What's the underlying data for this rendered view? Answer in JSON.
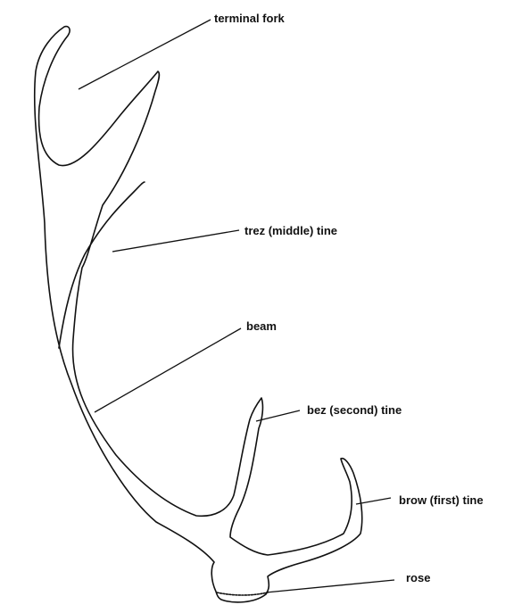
{
  "diagram": {
    "labels": {
      "terminal_fork": "terminal fork",
      "trez_tine": "trez (middle) tine",
      "beam": "beam",
      "bez_tine": "bez (second) tine",
      "brow_tine": "brow (first) tine",
      "rose": "rose"
    },
    "colors": {
      "line": "#111111",
      "background": "#ffffff"
    }
  }
}
